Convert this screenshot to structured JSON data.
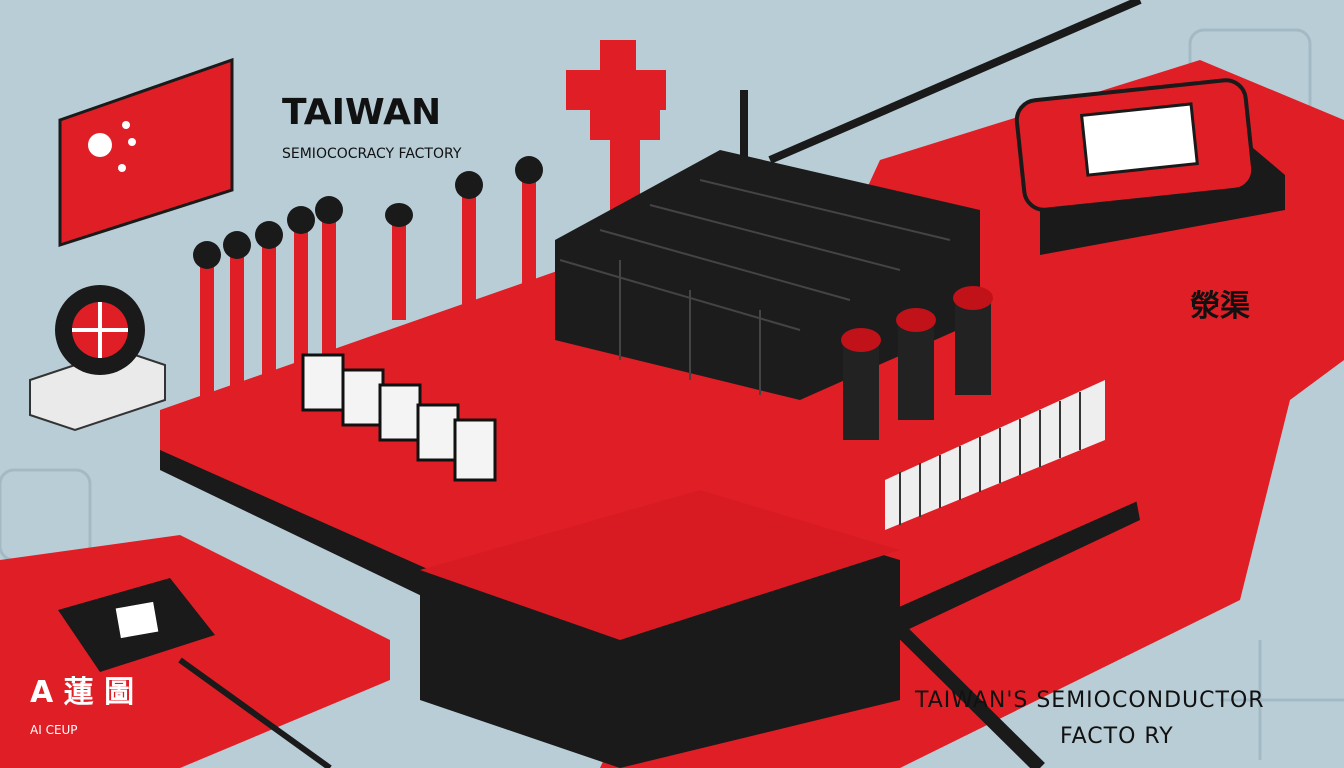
{
  "illustration": {
    "title": "TAIWAN",
    "subtitle": "SEMIOCOCRACY FACTORY",
    "caption_line1": "TAIWAN'S SEMIOCONDUCTOR",
    "caption_line2": "FACTO RY",
    "chip_card_cjk": "A 蓮 圖",
    "chip_card_label": "AI CEUP",
    "right_panel_cjk": "滎渠"
  },
  "colors": {
    "background": "#b9cdd6",
    "accent_red": "#e01e26",
    "dark": "#1a1a1a"
  },
  "icons": [
    "flag-icon",
    "gear-icon",
    "chip-icon",
    "factory-icon"
  ]
}
